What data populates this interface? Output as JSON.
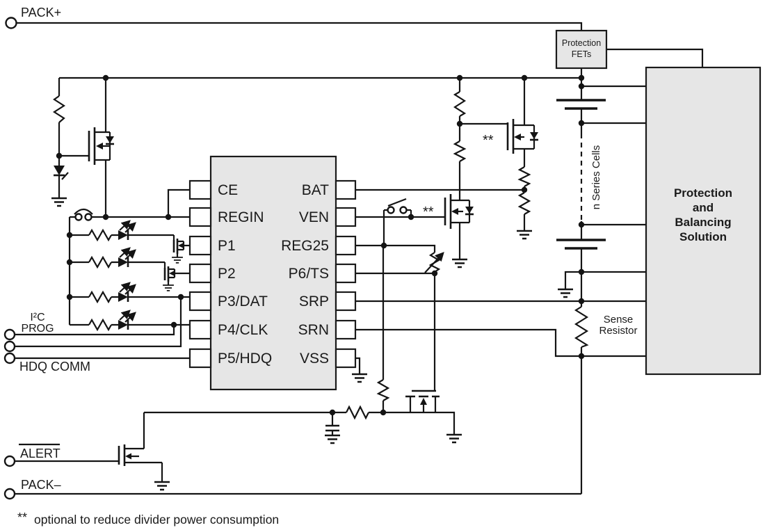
{
  "diagram": {
    "terminals": {
      "pack_plus": "PACK+",
      "pack_minus": "PACK–",
      "alert": "ALERT",
      "i2c_line1": "I²C",
      "i2c_line2": "PROG",
      "hdq_comm": "HDQ COMM"
    },
    "ic": {
      "left_pins": [
        "CE",
        "REGIN",
        "P1",
        "P2",
        "P3/DAT",
        "P4/CLK",
        "P5/HDQ"
      ],
      "right_pins": [
        "BAT",
        "VEN",
        "REG25",
        "P6/TS",
        "SRP",
        "SRN",
        "VSS"
      ]
    },
    "blocks": {
      "protection_fets_line1": "Protection",
      "protection_fets_line2": "FETs",
      "solution_line1": "Protection",
      "solution_line2": "and",
      "solution_line3": "Balancing",
      "solution_line4": "Solution"
    },
    "annotations": {
      "n_series_cells": "n Series Cells",
      "sense_resistor_line1": "Sense",
      "sense_resistor_line2": "Resistor",
      "optional_marker_top": "**",
      "optional_marker_mid": "**",
      "footnote_marker": "**",
      "footnote_text": "optional to reduce divider power consumption"
    },
    "colors": {
      "wire": "#141414",
      "block_fill": "#e6e6e6",
      "background": "#ffffff"
    }
  }
}
